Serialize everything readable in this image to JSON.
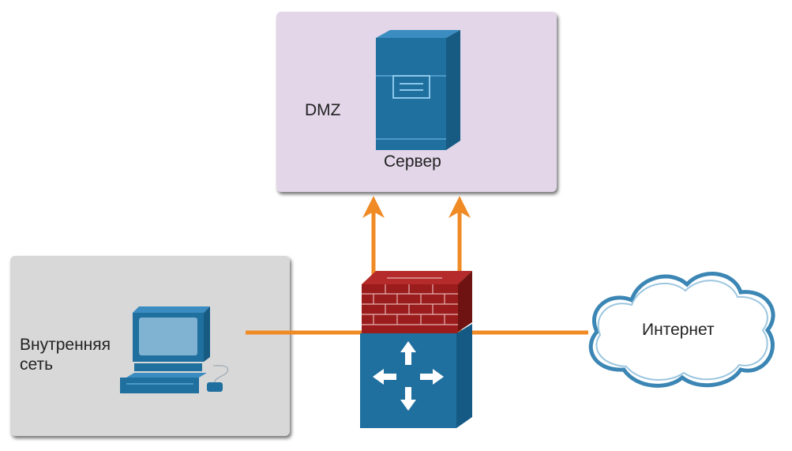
{
  "zones": {
    "dmz": {
      "label": "DMZ"
    },
    "internal": {
      "label_line1": "Внутренняя",
      "label_line2": "сеть"
    }
  },
  "devices": {
    "server": {
      "label": "Сервер",
      "icon": "server-icon"
    },
    "pc": {
      "icon": "desktop-computer-icon"
    },
    "firewall": {
      "icon": "firewall-router-icon"
    },
    "internet": {
      "label": "Интернет",
      "icon": "cloud-icon"
    }
  },
  "colors": {
    "dmz_zone": "#e2d6e8",
    "internal_zone": "#d8d8d8",
    "device_blue": "#1f6f9f",
    "link_orange": "#f08a24",
    "brick_red": "#9b1c1c"
  }
}
